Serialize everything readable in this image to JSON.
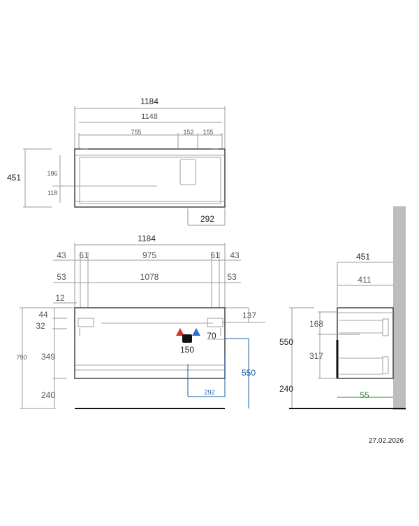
{
  "top_view": {
    "overall_width": "1184",
    "inner_width": "1148",
    "seg_left": "755",
    "seg_mid": "152",
    "seg_right": "155",
    "depth": "451",
    "depth_a": "186",
    "depth_b": "118",
    "drawer_width": "292"
  },
  "front_view": {
    "overall_width": "1184",
    "row1": {
      "left": "43",
      "left2": "61",
      "center": "975",
      "right2": "61",
      "right": "43"
    },
    "row2": {
      "left": "53",
      "center": "1078",
      "right": "53"
    },
    "offset_left": "12",
    "offset_right": "137",
    "height_total": "790",
    "h_top": "44",
    "h_top2": "32",
    "h_mid": "349",
    "h_bottom": "240",
    "siphon_width": "150",
    "siphon_offset": "70",
    "siphon_height": "550",
    "siphon_drawer": "292"
  },
  "side_view": {
    "depth": "451",
    "inner_depth": "411",
    "height_body": "550",
    "drawer_top": "168",
    "drawer_bottom": "317",
    "floor_height": "240",
    "wall_offset": "55"
  },
  "colors": {
    "hot": "#d9342b",
    "cold": "#2f6fd0",
    "drain": "#111111",
    "blue_dim": "#1a5fa8",
    "green_dim": "#2a8a2a",
    "wall": "#bdbdbd"
  },
  "date": "27.02.2026"
}
